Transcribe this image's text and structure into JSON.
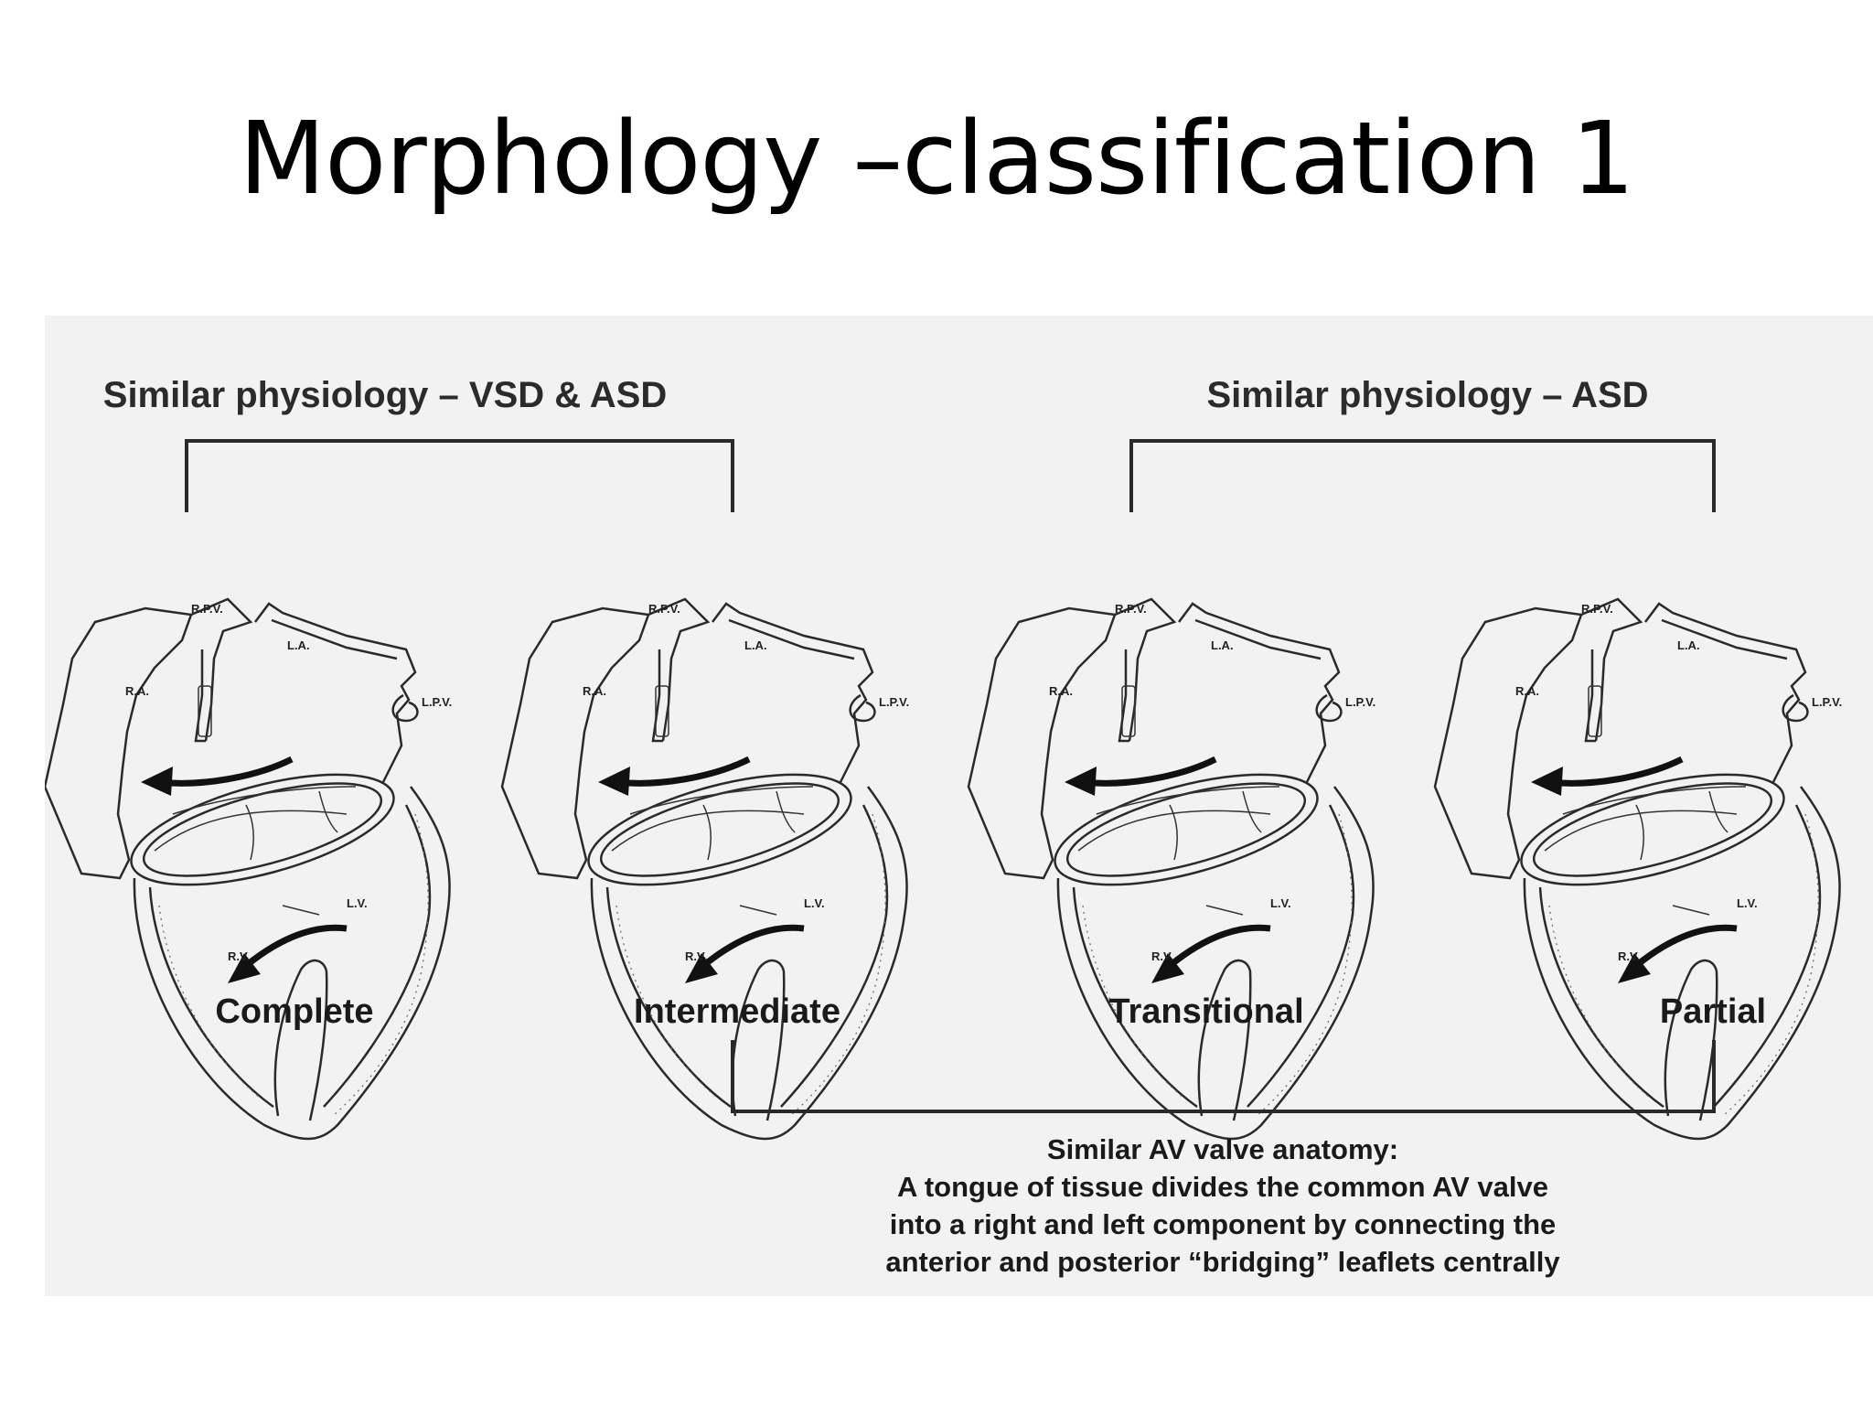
{
  "slide": {
    "title": "Morphology –classification 1"
  },
  "figure": {
    "top_groups": [
      {
        "label": "Similar physiology – VSD & ASD"
      },
      {
        "label": "Similar physiology – ASD"
      }
    ],
    "hearts": [
      {
        "label": "Complete"
      },
      {
        "label": "Intermediate"
      },
      {
        "label": "Transitional"
      },
      {
        "label": "Partial"
      }
    ],
    "chamber_labels": {
      "rpv": "R.P.V.",
      "la": "L.A.",
      "lpv": "L.P.V.",
      "ra": "R.A.",
      "lv": "L.V.",
      "rv": "R.V."
    },
    "bottom_caption": {
      "lines": [
        "Similar AV valve anatomy:",
        "A tongue of tissue divides the common AV valve",
        "into a right and left component by connecting the",
        "anterior and posterior “bridging” leaflets centrally"
      ]
    }
  }
}
